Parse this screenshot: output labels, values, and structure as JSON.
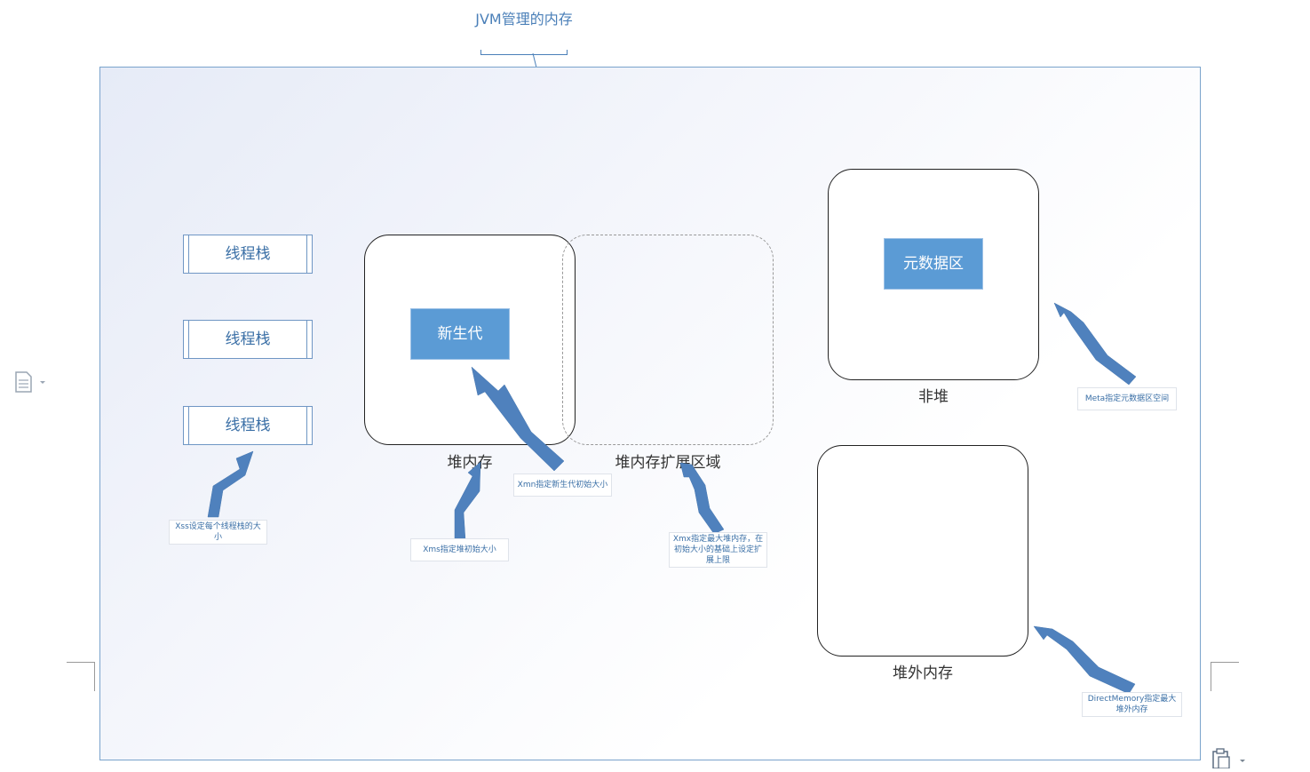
{
  "diagram": {
    "title": "JVM管理的内存",
    "thread_stacks": [
      "线程栈",
      "线程栈",
      "线程栈"
    ],
    "heap": {
      "label": "堆内存",
      "inner": "新生代",
      "extension_label": "堆内存扩展区域"
    },
    "non_heap": {
      "label": "非堆",
      "inner": "元数据区"
    },
    "off_heap": {
      "label": "堆外内存"
    },
    "notes": {
      "xss": "Xss设定每个线程栈的大小",
      "xms": "Xms指定堆初始大小",
      "xmn": "Xmn指定新生代初始大小",
      "xmx": "Xmx指定最大堆内存，在初始大小的基础上设定扩展上限",
      "meta": "Meta指定元数据区空间",
      "direct": "DirectMemory指定最大堆外内存"
    },
    "colors": {
      "arrow": "#4f81bd",
      "block": "#5b9bd5",
      "text_blue": "#3a6fa6"
    },
    "icons": [
      "document-icon",
      "clipboard-icon"
    ]
  }
}
